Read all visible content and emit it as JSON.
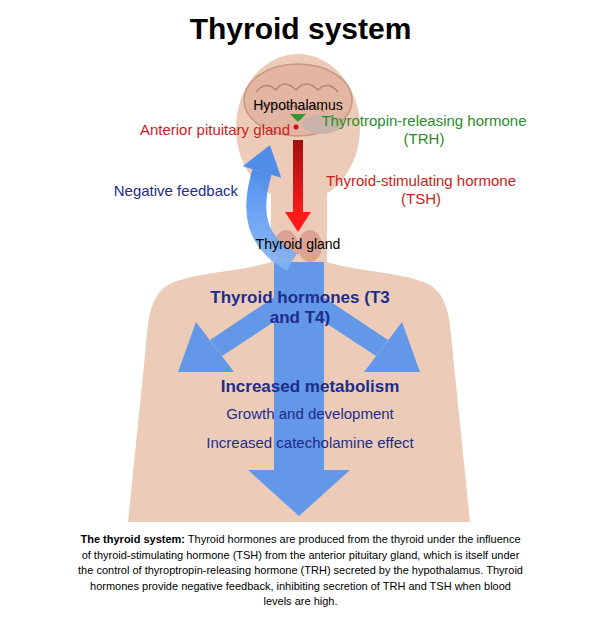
{
  "diagram": {
    "title": "Thyroid system",
    "caption": "The thyroid system: Thyroid hormones are produced from the thyroid under the influence of thyroid-stimulating hormone (TSH) from the anterior pituitary gland, which is itself under the control of thyroptropin-releasing hormone (TRH) secreted by the hypothalamus. Thyroid hormones provide negative feedback, inhibiting secretion of TRH and TSH when blood levels are high.",
    "labels": [
      "Hypothalamus",
      "Anterior pituitary gland",
      "Thyrotropin-releasing hormone (TRH)",
      "Negative feedback",
      "Thyroid-stimulating hormone (TSH)",
      "Thyroid gland",
      "Thyroid hormones (T3 and T4)",
      "Increased metabolism",
      "Growth and development",
      "Increased catecholamine effect"
    ]
  }
}
